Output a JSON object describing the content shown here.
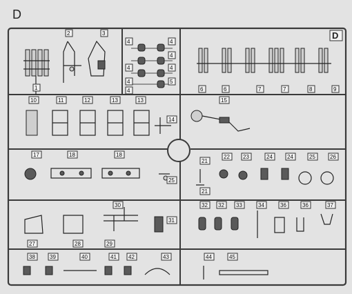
{
  "sprue_letter": "D",
  "corner_letter": "D",
  "labels": [
    {
      "id": "p1",
      "text": "1"
    },
    {
      "id": "p2",
      "text": "2"
    },
    {
      "id": "p3",
      "text": "3"
    },
    {
      "id": "p4a",
      "text": "4"
    },
    {
      "id": "p4b",
      "text": "4"
    },
    {
      "id": "p4c",
      "text": "4"
    },
    {
      "id": "p4d",
      "text": "4"
    },
    {
      "id": "p4e",
      "text": "4"
    },
    {
      "id": "p4f",
      "text": "4"
    },
    {
      "id": "p4g",
      "text": "4"
    },
    {
      "id": "p5",
      "text": "5"
    },
    {
      "id": "p6a",
      "text": "6"
    },
    {
      "id": "p6b",
      "text": "6"
    },
    {
      "id": "p7a",
      "text": "7"
    },
    {
      "id": "p7b",
      "text": "7"
    },
    {
      "id": "p8",
      "text": "8"
    },
    {
      "id": "p9",
      "text": "9"
    },
    {
      "id": "p10",
      "text": "10"
    },
    {
      "id": "p11",
      "text": "11"
    },
    {
      "id": "p12",
      "text": "12"
    },
    {
      "id": "p13a",
      "text": "13"
    },
    {
      "id": "p13b",
      "text": "13"
    },
    {
      "id": "p14",
      "text": "14"
    },
    {
      "id": "p15",
      "text": "15"
    },
    {
      "id": "p17",
      "text": "17"
    },
    {
      "id": "p18a",
      "text": "18"
    },
    {
      "id": "p18b",
      "text": "18"
    },
    {
      "id": "p25a",
      "text": "25"
    },
    {
      "id": "p21a",
      "text": "21"
    },
    {
      "id": "p21b",
      "text": "21"
    },
    {
      "id": "p22",
      "text": "22"
    },
    {
      "id": "p23",
      "text": "23"
    },
    {
      "id": "p24a",
      "text": "24"
    },
    {
      "id": "p24b",
      "text": "24"
    },
    {
      "id": "p25b",
      "text": "25"
    },
    {
      "id": "p26",
      "text": "26"
    },
    {
      "id": "p27",
      "text": "27"
    },
    {
      "id": "p28",
      "text": "28"
    },
    {
      "id": "p29",
      "text": "29"
    },
    {
      "id": "p30",
      "text": "30"
    },
    {
      "id": "p31",
      "text": "31"
    },
    {
      "id": "p32a",
      "text": "32"
    },
    {
      "id": "p32b",
      "text": "32"
    },
    {
      "id": "p33",
      "text": "33"
    },
    {
      "id": "p34",
      "text": "34"
    },
    {
      "id": "p36",
      "text": "36"
    },
    {
      "id": "p36b",
      "text": "36"
    },
    {
      "id": "p37",
      "text": "37"
    },
    {
      "id": "p38",
      "text": "38"
    },
    {
      "id": "p39",
      "text": "39"
    },
    {
      "id": "p40",
      "text": "40"
    },
    {
      "id": "p41",
      "text": "41"
    },
    {
      "id": "p42",
      "text": "42"
    },
    {
      "id": "p43",
      "text": "43"
    },
    {
      "id": "p44",
      "text": "44"
    },
    {
      "id": "p45",
      "text": "45"
    }
  ]
}
